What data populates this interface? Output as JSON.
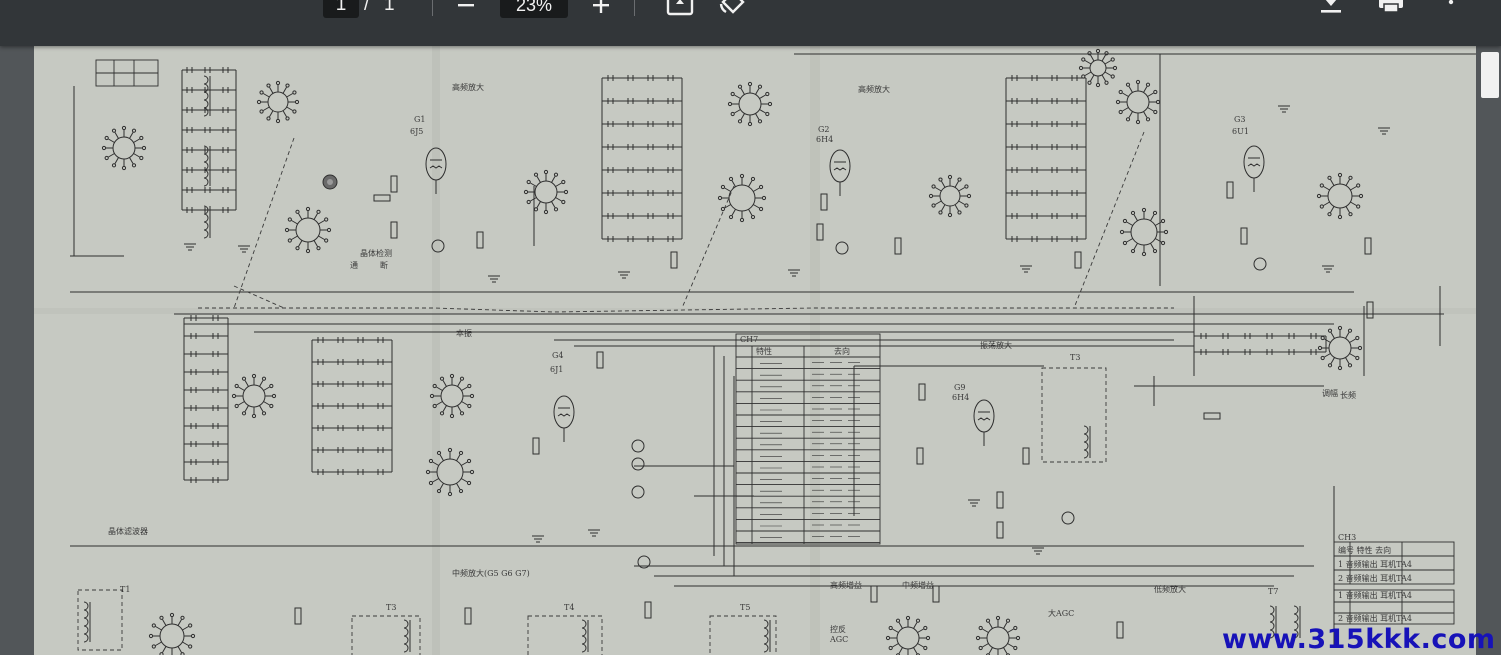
{
  "toolbar": {
    "current_page": "1",
    "page_separator": "/",
    "total_pages": "1",
    "zoom": "23%",
    "icons": [
      "minus-icon",
      "plus-icon",
      "fit-page-icon",
      "rotate-icon",
      "download-icon",
      "print-icon",
      "more-vert-icon"
    ]
  },
  "colors": {
    "toolbar_bg": "#323639",
    "viewer_bg": "#525659",
    "paper": "#c6c9c2",
    "ink": "#2e2e2e",
    "watermark": "#1712b8"
  },
  "watermark": {
    "text": "www.315kkk.com"
  }
}
